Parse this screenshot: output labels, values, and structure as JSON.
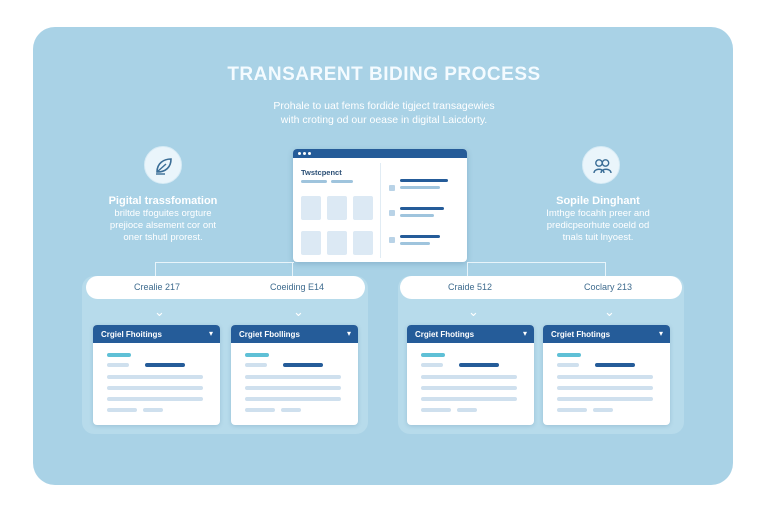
{
  "header": {
    "title": "TRANSARENT BIDING PROCESS",
    "subtitle_line1": "Prohale to uat fems fordide tigject transagewies",
    "subtitle_line2": "with croting od our oease in digital Laicdorty."
  },
  "left_info": {
    "icon": "leaf-icon",
    "title": "Pigital trassfomation",
    "line1": "briltde tfoguites orgture",
    "line2": "prejioce alsement cor ont",
    "line3": "oner tshutl prorest."
  },
  "right_info": {
    "icon": "people-icon",
    "title": "Sopile Dinghant",
    "line1": "Imthge focahh preer and",
    "line2": "predicpeorhute ooeld od",
    "line3": "tnals tuit lnyoest."
  },
  "center_window": {
    "title": "Twstcpenct"
  },
  "groups": [
    {
      "pill_left": "Crealie 217",
      "pill_right": "Coeiding E14",
      "cards": [
        {
          "title": "Crgiel Fhoitings"
        },
        {
          "title": "Crgiet Fbollings"
        }
      ]
    },
    {
      "pill_left": "Craide 512",
      "pill_right": "Coclary 213",
      "cards": [
        {
          "title": "Crgiet Fhotings"
        },
        {
          "title": "Crgiet Fhotings"
        }
      ]
    }
  ],
  "colors": {
    "panel": "#a9d2e6",
    "accent_dark": "#255c99",
    "accent_light": "#5fc0d6"
  }
}
